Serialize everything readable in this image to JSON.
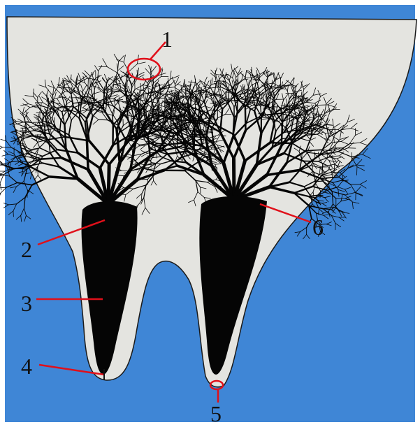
{
  "labels": [
    "1",
    "2",
    "3",
    "4",
    "5",
    "6"
  ],
  "colors": {
    "background": "#3f86d6",
    "tooth": "#e4e4e0",
    "pulp": "#050505",
    "leader": "#e0101a",
    "label_text": "#111111"
  }
}
